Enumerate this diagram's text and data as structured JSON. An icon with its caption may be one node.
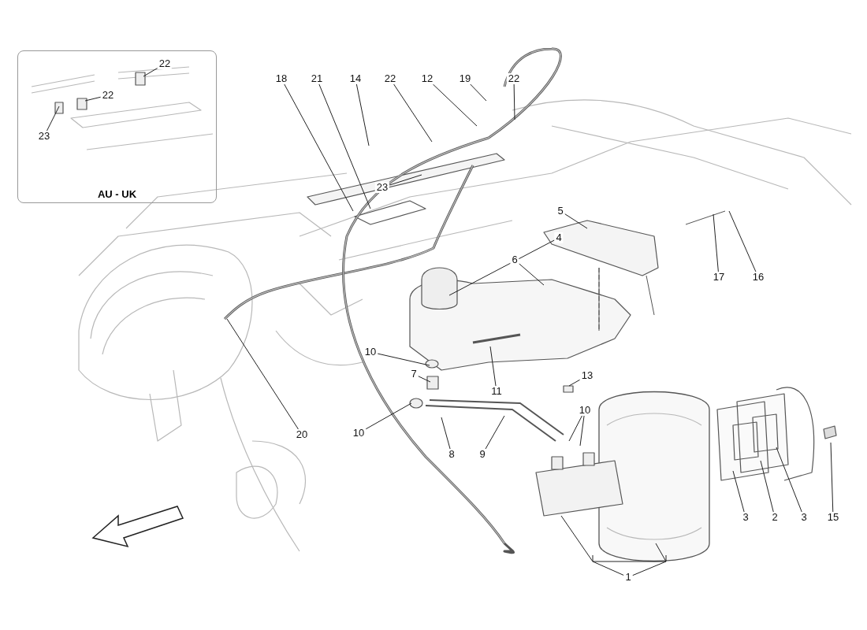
{
  "diagram": {
    "nodes": [
      {
        "text": [
          "AU - UK"
        ]
      },
      {
        "text": [
          "22"
        ],
        "in": 0
      },
      {
        "text": [
          "22"
        ],
        "in": 0
      },
      {
        "text": [
          "23"
        ],
        "in": 0
      },
      {
        "text": [
          "18"
        ]
      },
      {
        "text": [
          "21"
        ]
      },
      {
        "text": [
          "14"
        ]
      },
      {
        "text": [
          "22"
        ]
      },
      {
        "text": [
          "12"
        ]
      },
      {
        "text": [
          "19"
        ]
      },
      {
        "text": [
          "22"
        ]
      },
      {
        "text": [
          "23"
        ]
      },
      {
        "text": [
          "5"
        ]
      },
      {
        "text": [
          "17"
        ]
      },
      {
        "text": [
          "16"
        ]
      },
      {
        "text": [
          "4"
        ]
      },
      {
        "text": [
          "6"
        ]
      },
      {
        "text": [
          "10"
        ]
      },
      {
        "text": [
          "7"
        ]
      },
      {
        "text": [
          "11"
        ]
      },
      {
        "text": [
          "13"
        ]
      },
      {
        "text": [
          "10"
        ]
      },
      {
        "text": [
          "10"
        ]
      },
      {
        "text": [
          "20"
        ]
      },
      {
        "text": [
          "8"
        ]
      },
      {
        "text": [
          "9"
        ]
      },
      {
        "text": [
          "3"
        ]
      },
      {
        "text": [
          "2"
        ]
      },
      {
        "text": [
          "3"
        ]
      },
      {
        "text": [
          "15"
        ]
      },
      {
        "text": [
          "1"
        ]
      }
    ],
    "edges": [
      {
        "from": 1,
        "to": null,
        "arrow": "none"
      },
      {
        "from": 2,
        "to": null,
        "arrow": "none"
      },
      {
        "from": 3,
        "to": null,
        "arrow": "none"
      },
      {
        "from": 4,
        "to": null,
        "arrow": "none"
      },
      {
        "from": 5,
        "to": null,
        "arrow": "none"
      },
      {
        "from": 6,
        "to": null,
        "arrow": "none"
      },
      {
        "from": 7,
        "to": null,
        "arrow": "none"
      },
      {
        "from": 8,
        "to": null,
        "arrow": "none"
      },
      {
        "from": 9,
        "to": null,
        "arrow": "none"
      },
      {
        "from": 10,
        "to": null,
        "arrow": "none"
      },
      {
        "from": 11,
        "to": null,
        "arrow": "none"
      },
      {
        "from": 12,
        "to": null,
        "arrow": "none"
      },
      {
        "from": 13,
        "to": null,
        "arrow": "none"
      },
      {
        "from": 14,
        "to": null,
        "arrow": "none"
      },
      {
        "from": 15,
        "to": null,
        "arrow": "none"
      },
      {
        "from": 16,
        "to": null,
        "arrow": "none"
      },
      {
        "from": 17,
        "to": null,
        "arrow": "none"
      },
      {
        "from": 18,
        "to": null,
        "arrow": "none"
      },
      {
        "from": 19,
        "to": null,
        "arrow": "none"
      },
      {
        "from": 20,
        "to": null,
        "arrow": "none"
      },
      {
        "from": 21,
        "to": null,
        "arrow": "none"
      },
      {
        "from": 21,
        "to": null,
        "arrow": "none"
      },
      {
        "from": 22,
        "to": null,
        "arrow": "none"
      },
      {
        "from": 23,
        "to": null,
        "arrow": "none"
      },
      {
        "from": 24,
        "to": null,
        "arrow": "none"
      },
      {
        "from": 25,
        "to": null,
        "arrow": "none"
      },
      {
        "from": 26,
        "to": null,
        "arrow": "none"
      },
      {
        "from": 27,
        "to": null,
        "arrow": "none"
      },
      {
        "from": 28,
        "to": null,
        "arrow": "none"
      },
      {
        "from": 29,
        "to": null,
        "arrow": "none"
      },
      {
        "from": 30,
        "to": null,
        "arrow": "none"
      },
      {
        "from": 30,
        "to": null,
        "arrow": "none"
      }
    ]
  }
}
